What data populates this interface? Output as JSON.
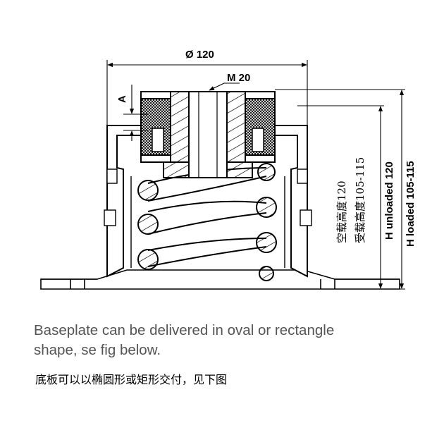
{
  "labels": {
    "diameter": "Ø 120",
    "thread": "M 20",
    "dim_a": "A",
    "h_loaded": "H loaded 105-115",
    "h_unloaded": "H unloaded 120",
    "cn_unloaded": "空载高度120",
    "cn_loaded": "受载高度105-115"
  },
  "caption": {
    "en_line1": "Baseplate can be delivered in oval or rectangle",
    "en_line2": "shape, se fig below.",
    "cn": "底板可以以椭圆形或矩形交付，见下图"
  }
}
